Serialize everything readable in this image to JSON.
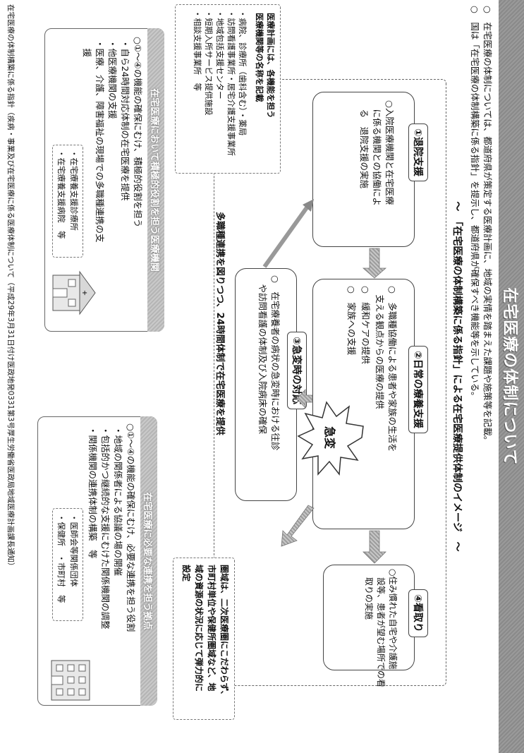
{
  "title": "在宅医療の体制について",
  "intro": [
    "○　在宅医療の体制については、都道府県が策定する医療計画に、地域の実情を踏まえた課題や施策等を記載。",
    "○　国は「在宅医療の体制構築に係る指針」を提示し、都道府県が確保すべき機能等を示している。"
  ],
  "subtitle": "～　「在宅医療の体制構築に係る指針」による在宅医療提供体制のイメージ　～",
  "stages": {
    "discharge": {
      "title": "①退院支援",
      "body": [
        "○入院医療機関と在宅医療",
        "　に係る機関との協働によ",
        "　る　退院支援の実施"
      ]
    },
    "daily": {
      "title": "②日常の療養支援",
      "body": [
        "○　多職種協働による患者や家族の生活を",
        "　支える観点からの医療の提供",
        "○　緩和ケアの提供",
        "○　家族への支援"
      ]
    },
    "emergency": {
      "title": "③急変時の対応",
      "body": [
        "○　在宅療養者の病状の急変時における往診",
        "　や訪問看護の体制及び入院病床の確保"
      ]
    },
    "terminal": {
      "title": "④看取り",
      "body": [
        "○住み慣れた自宅や介護施",
        "　設等、患者が望む場所での看",
        "　取りの実施"
      ]
    }
  },
  "burst_label": "急変",
  "network_caption": "多職種連携を図りつつ、24時間体制で在宅医療を提供",
  "plan_note": {
    "heading": [
      "医療計画には、各機能を担う",
      "医療機関等の名称を記載"
    ],
    "items": [
      "・病院、診療所（歯科含む）・薬局",
      "・訪問看護事業所・居宅介護支援事業所",
      "・地域包括支援センター",
      "・短期入所サービス提供施設",
      "・相談支援事業所　等"
    ]
  },
  "left_panel": {
    "header": "在宅医療において積極的役割を担う医療機関",
    "lines": [
      "○①～④の機能の確保にむけ、積極的役割を担う",
      "・自ら24時間対応体制の在宅医療を提供",
      "・他医療機関の支援",
      "・医療、介護、障害福祉の現場での多職種連携の支",
      "　援"
    ],
    "sub": [
      "・在宅療養支援診療所",
      "・在宅療養支援病院　等"
    ]
  },
  "right_panel": {
    "header": "在宅医療に必要な連携を担う拠点",
    "lines": [
      "○①～④の機能の確保にむけ、必要な連携を担う役割",
      "・地域の関係者による協議の場の開催",
      "・包括的かつ継続的な支援にむけた関係機関の調整",
      "・関係機関の連携体制の構築　等"
    ],
    "sub": [
      "・医師会等関係団体",
      "・保健所　・市町村　等"
    ]
  },
  "area_note": [
    "圏域は、二次医療圏にこだわらず、",
    "市町村単位や保健所圏域など、地",
    "域の資源の状況に応じて弾力的に",
    "設定"
  ],
  "footer": "在宅医療の体制構築に係る指針（疾病・事業及び在宅医療に係る医療体制について（平成29年3月31日付け医政地発0331第3号厚生労働省医政局地域医療計画課長通知）"
}
